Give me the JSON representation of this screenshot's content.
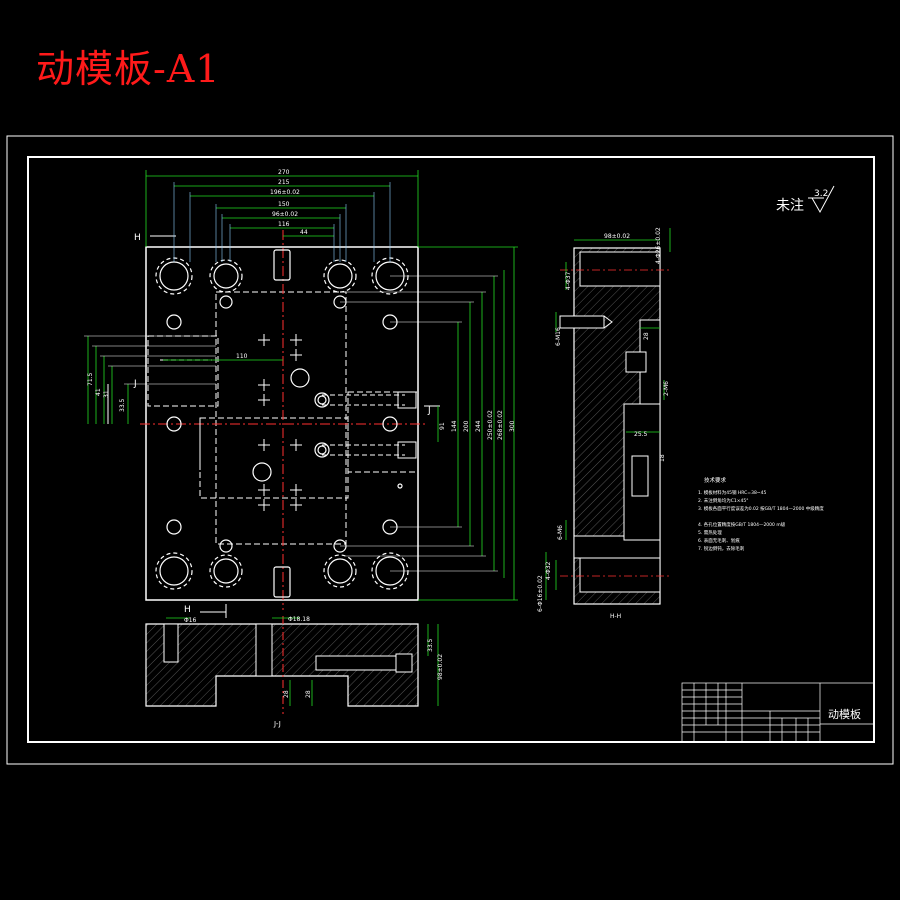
{
  "title": "动模板-A1",
  "roughness": {
    "label": "未注",
    "value": "3.2"
  },
  "title_block": {
    "part_name": "动模板"
  },
  "section_labels": {
    "h_mark_top": "H",
    "h_mark_bottom": "H",
    "j_mark_left": "J",
    "j_mark_right": "J",
    "jj_section": "J-J",
    "hh_section": "H-H"
  },
  "dims": {
    "top1": "270",
    "top2": "215",
    "top3": "196±0.02",
    "top4": "150",
    "top5": "96±0.02",
    "top6": "116",
    "top7": "44",
    "right1": "91",
    "right2": "144",
    "right3": "200",
    "right4": "244",
    "right5": "250±0.02",
    "right6": "268±0.02",
    "right7": "300",
    "left1": "71.5",
    "left2": "41",
    "left3": "31",
    "left4": "33.5",
    "center_w": "110",
    "jj_dim1": "Φ16",
    "jj_dim2": "Φ18.18",
    "jj_right1": "33.5",
    "jj_right2": "98±0.02",
    "jj_bot1": "28",
    "jj_bot2": "28",
    "hh_top": "98±0.02",
    "hh_top2": "4-Φ26±0.02",
    "hh_l1": "4-Φ37",
    "hh_l2": "6-M16",
    "hh_l3": "6-M6",
    "hh_l4": "4-Φ32",
    "hh_l5": "6-Φ16±0.02",
    "hh_r1": "2-M6",
    "hh_r2": "25.5",
    "hh_r3": "28",
    "hh_r4": "18"
  },
  "notes": {
    "heading": "技术要求",
    "items": [
      "1. 模板材料为45钢 HRC=38~45",
      "2. 未注倒角均为C1×45°",
      "3. 模板各面平行度误差为0.02 按GB/T 1804—2000 中级精度",
      "4. 各孔位置精度按GB/T 1804—2000 m级",
      "5. 需热处理",
      "6. 表面无毛刺、划痕",
      "7. 锐边倒钝，去除毛刺"
    ]
  }
}
